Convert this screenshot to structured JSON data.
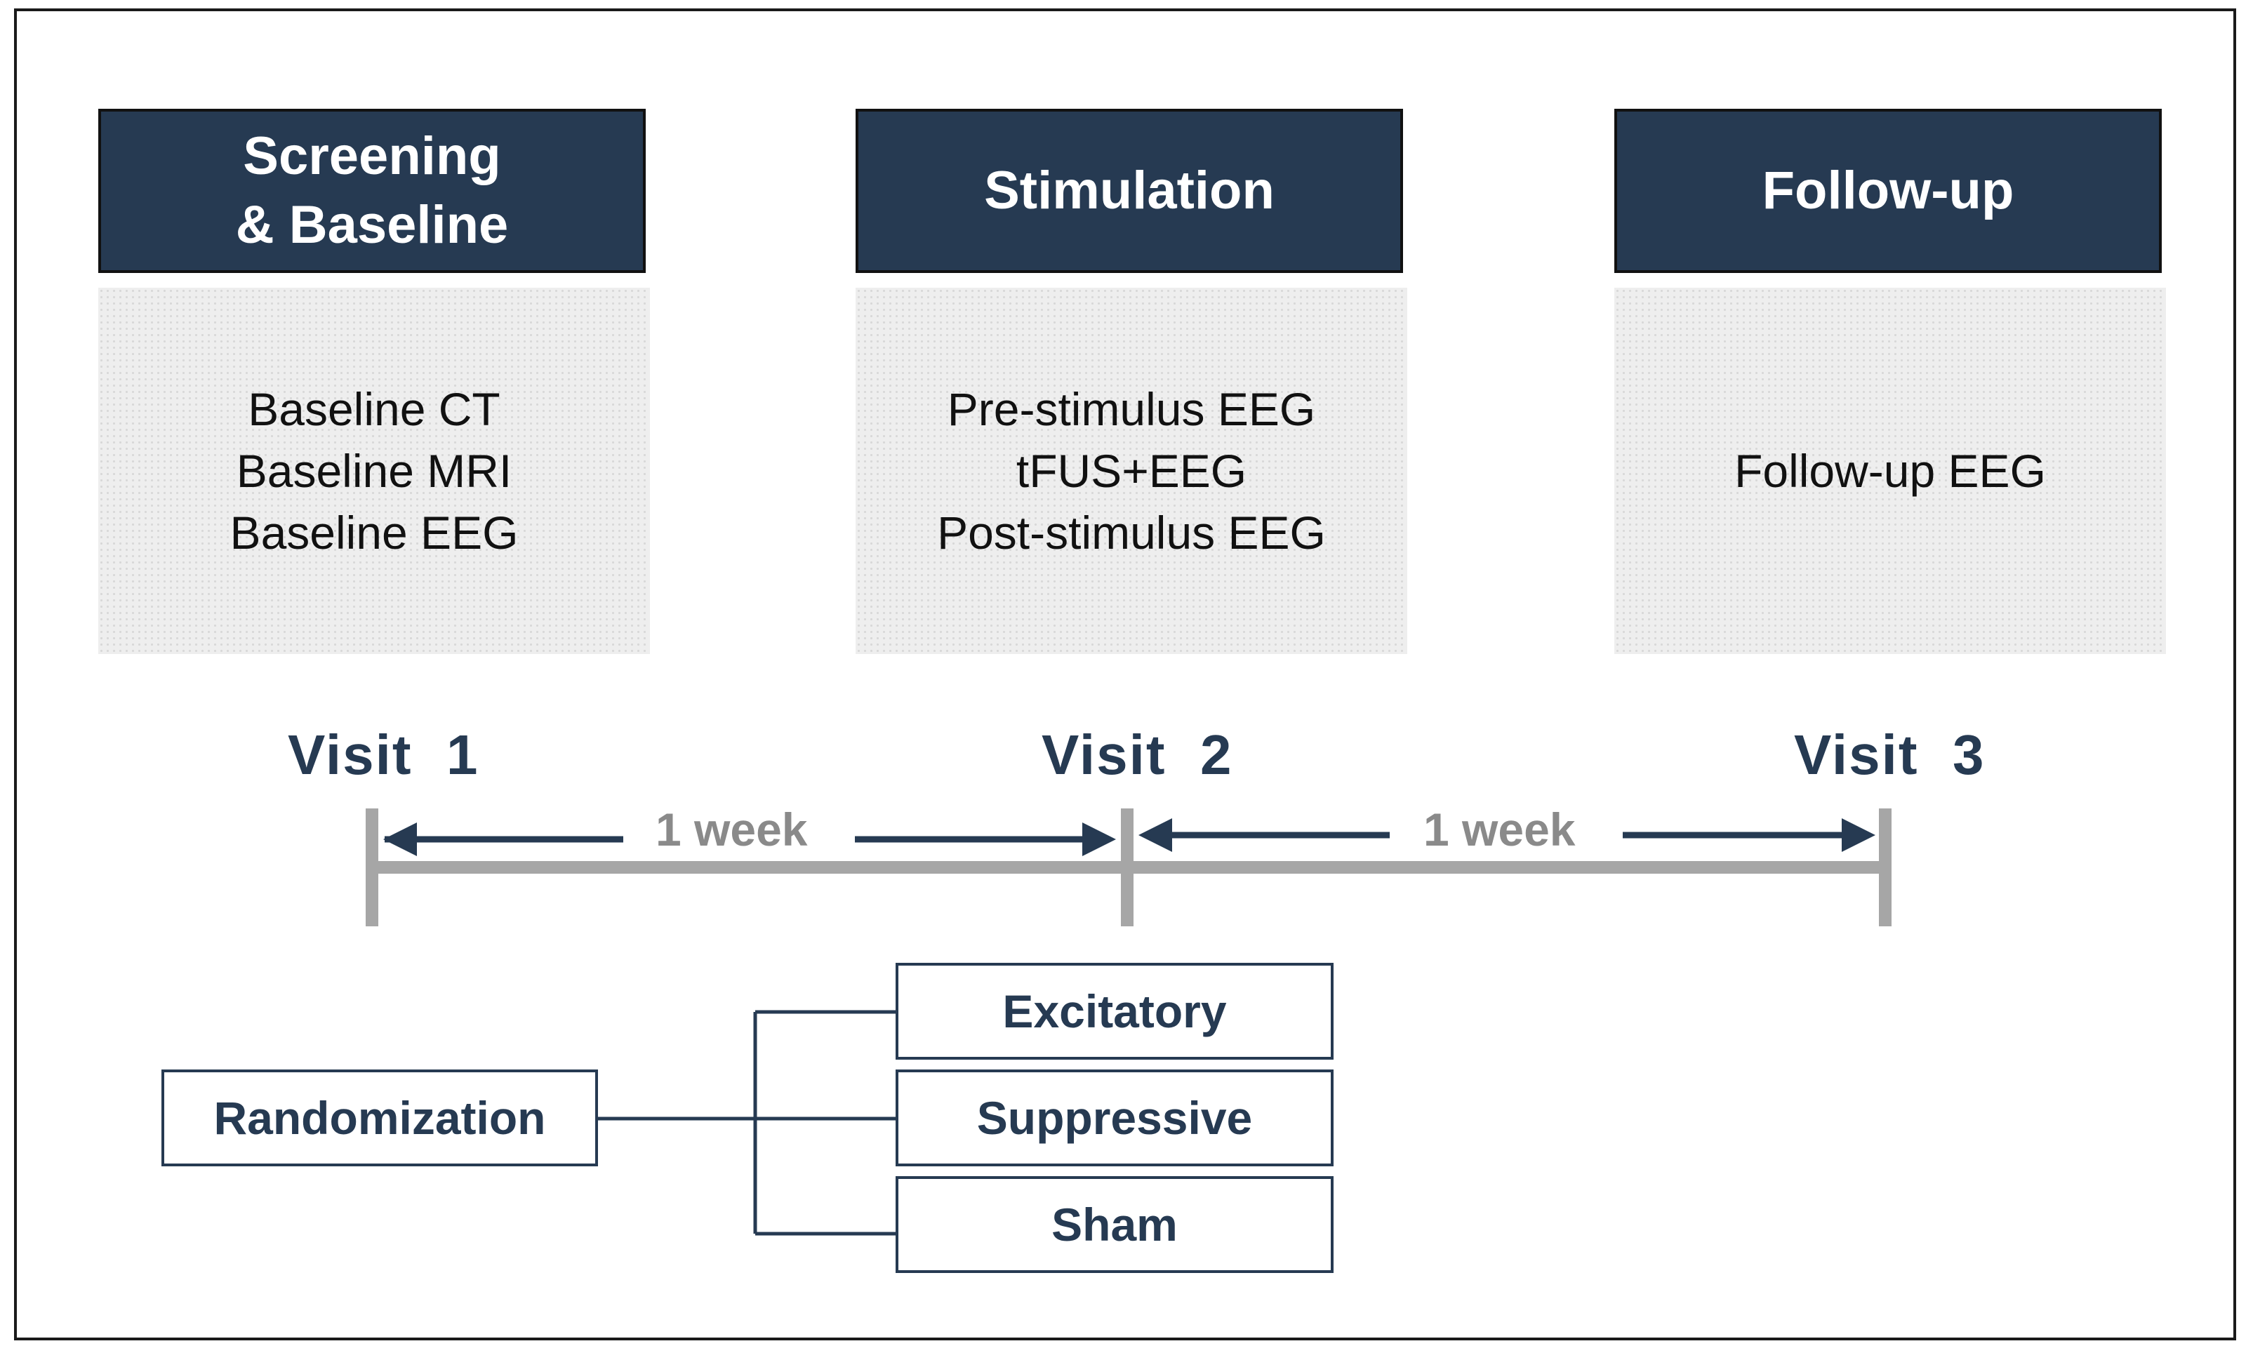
{
  "phases": [
    {
      "header": "Screening\n& Baseline",
      "items": [
        "Baseline CT",
        "Baseline MRI",
        "Baseline EEG"
      ]
    },
    {
      "header": "Stimulation",
      "items": [
        "Pre-stimulus EEG",
        "tFUS+EEG",
        "Post-stimulus EEG"
      ]
    },
    {
      "header": "Follow-up",
      "items": [
        "Follow-up EEG"
      ]
    }
  ],
  "timeline": {
    "visits": [
      "Visit  1",
      "Visit  2",
      "Visit  3"
    ],
    "intervals": [
      "1 week",
      "1 week"
    ]
  },
  "randomization": {
    "label": "Randomization",
    "arms": [
      "Excitatory",
      "Suppressive",
      "Sham"
    ]
  },
  "colors": {
    "header_bg": "#263a52",
    "box_bg": "#eeeeee",
    "timeline_gray": "#a6a6a6",
    "arrow_navy": "#263a52"
  }
}
